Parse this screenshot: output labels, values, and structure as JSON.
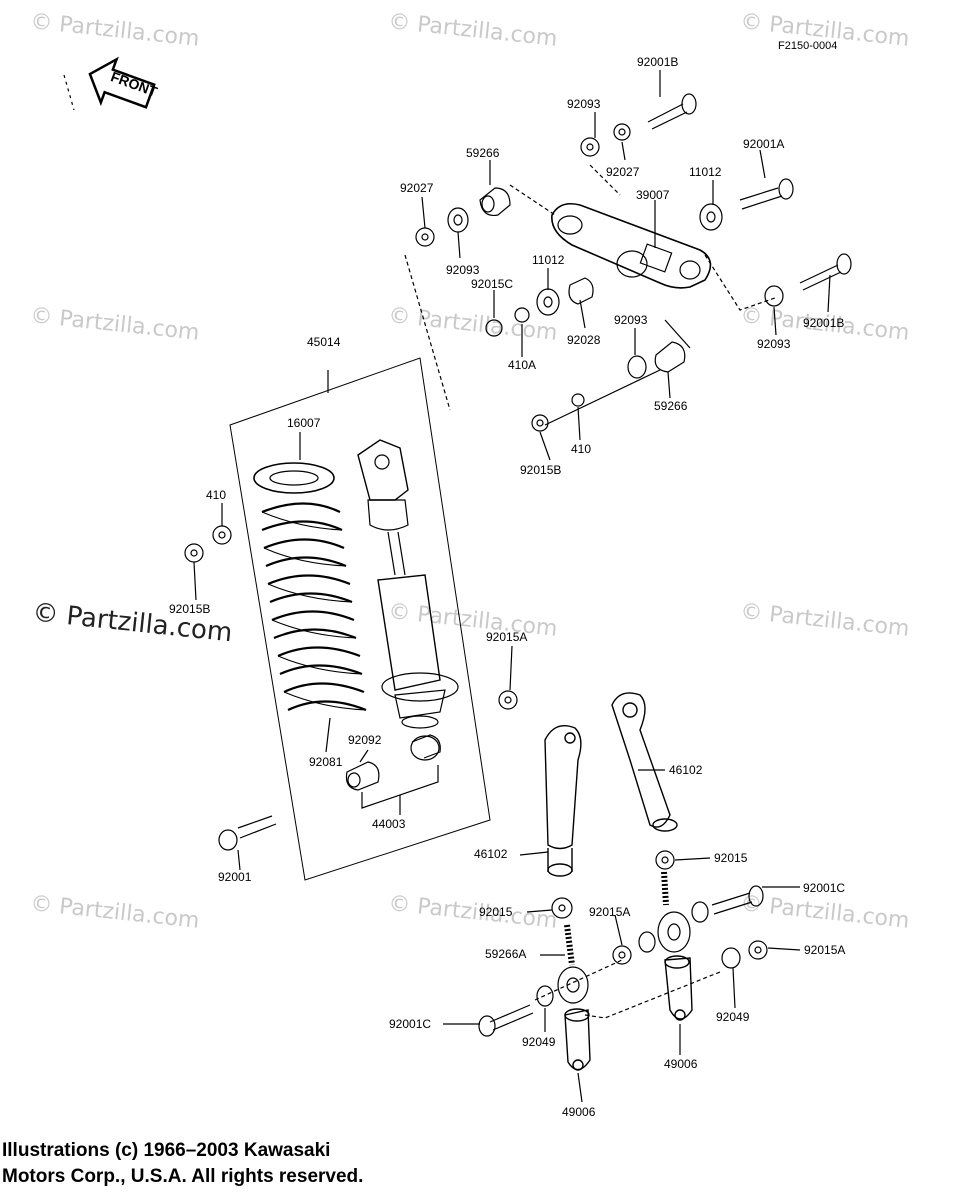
{
  "figure_code": "F2150-0004",
  "front_label": "FRONT",
  "watermark_text": "© Partzilla.com",
  "watermark_text_big": "© Partzilla.com",
  "copyright_line1": "Illustrations (c) 1966–2003 Kawasaki",
  "copyright_line2": "Motors Corp., U.S.A.  All rights reserved.",
  "parts": {
    "p92001B_top": "92001B",
    "p92093_top": "92093",
    "p92027_top": "92027",
    "p92001A": "92001A",
    "p11012_right": "11012",
    "p39007": "39007",
    "p59266_top": "59266",
    "p92027_left": "92027",
    "p92093_left": "92093",
    "p11012_mid": "11012",
    "p92015C": "92015C",
    "p410A": "410A",
    "p92028": "92028",
    "p92001B_right": "92001B",
    "p92093_right": "92093",
    "p92093_mid": "92093",
    "p59266_mid": "59266",
    "p410_mid": "410",
    "p92015B_mid": "92015B",
    "p45014": "45014",
    "p16007": "16007",
    "p410_left": "410",
    "p92015B_left": "92015B",
    "p92015A_mid": "92015A",
    "p92081": "92081",
    "p92092": "92092",
    "p44003": "44003",
    "p92001": "92001",
    "p46102_right": "46102",
    "p46102_left": "46102",
    "p92015_right": "92015",
    "p92001C_right": "92001C",
    "p92015_left": "92015",
    "p92015A_center": "92015A",
    "p59266A": "59266A",
    "p92015A_right": "92015A",
    "p92001C_left": "92001C",
    "p92049_left": "92049",
    "p92049_right": "92049",
    "p49006_right": "49006",
    "p49006_bottom": "49006"
  }
}
